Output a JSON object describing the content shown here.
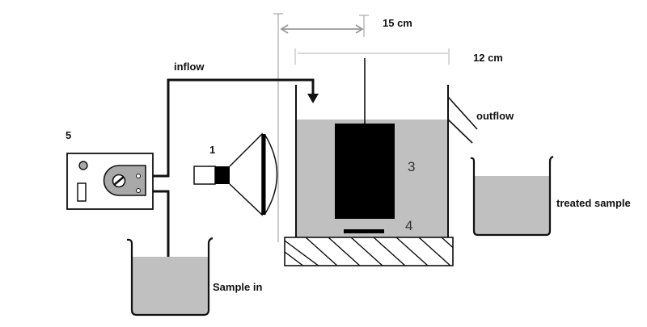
{
  "labels": {
    "width_dim": "15 cm",
    "height_dim": "12 cm",
    "inflow": "inflow",
    "outflow": "outflow",
    "treated_sample": "treated sample",
    "sample_in": "Sample in",
    "lamp_number": "1",
    "electrode_number": "3",
    "stirrer_number": "4",
    "pump_number": "5"
  },
  "colors": {
    "liquid": "#c0c0c0",
    "line": "#111111",
    "dimension": "#999999",
    "pump_head": "#a9a9a9"
  },
  "components": {
    "lamp": "lamp-icon",
    "pump": "peristaltic-pump-icon",
    "reactor": "reactor-vessel",
    "electrode": "electrode-block",
    "stirrer": "stir-bar",
    "base": "hatched-stand"
  }
}
